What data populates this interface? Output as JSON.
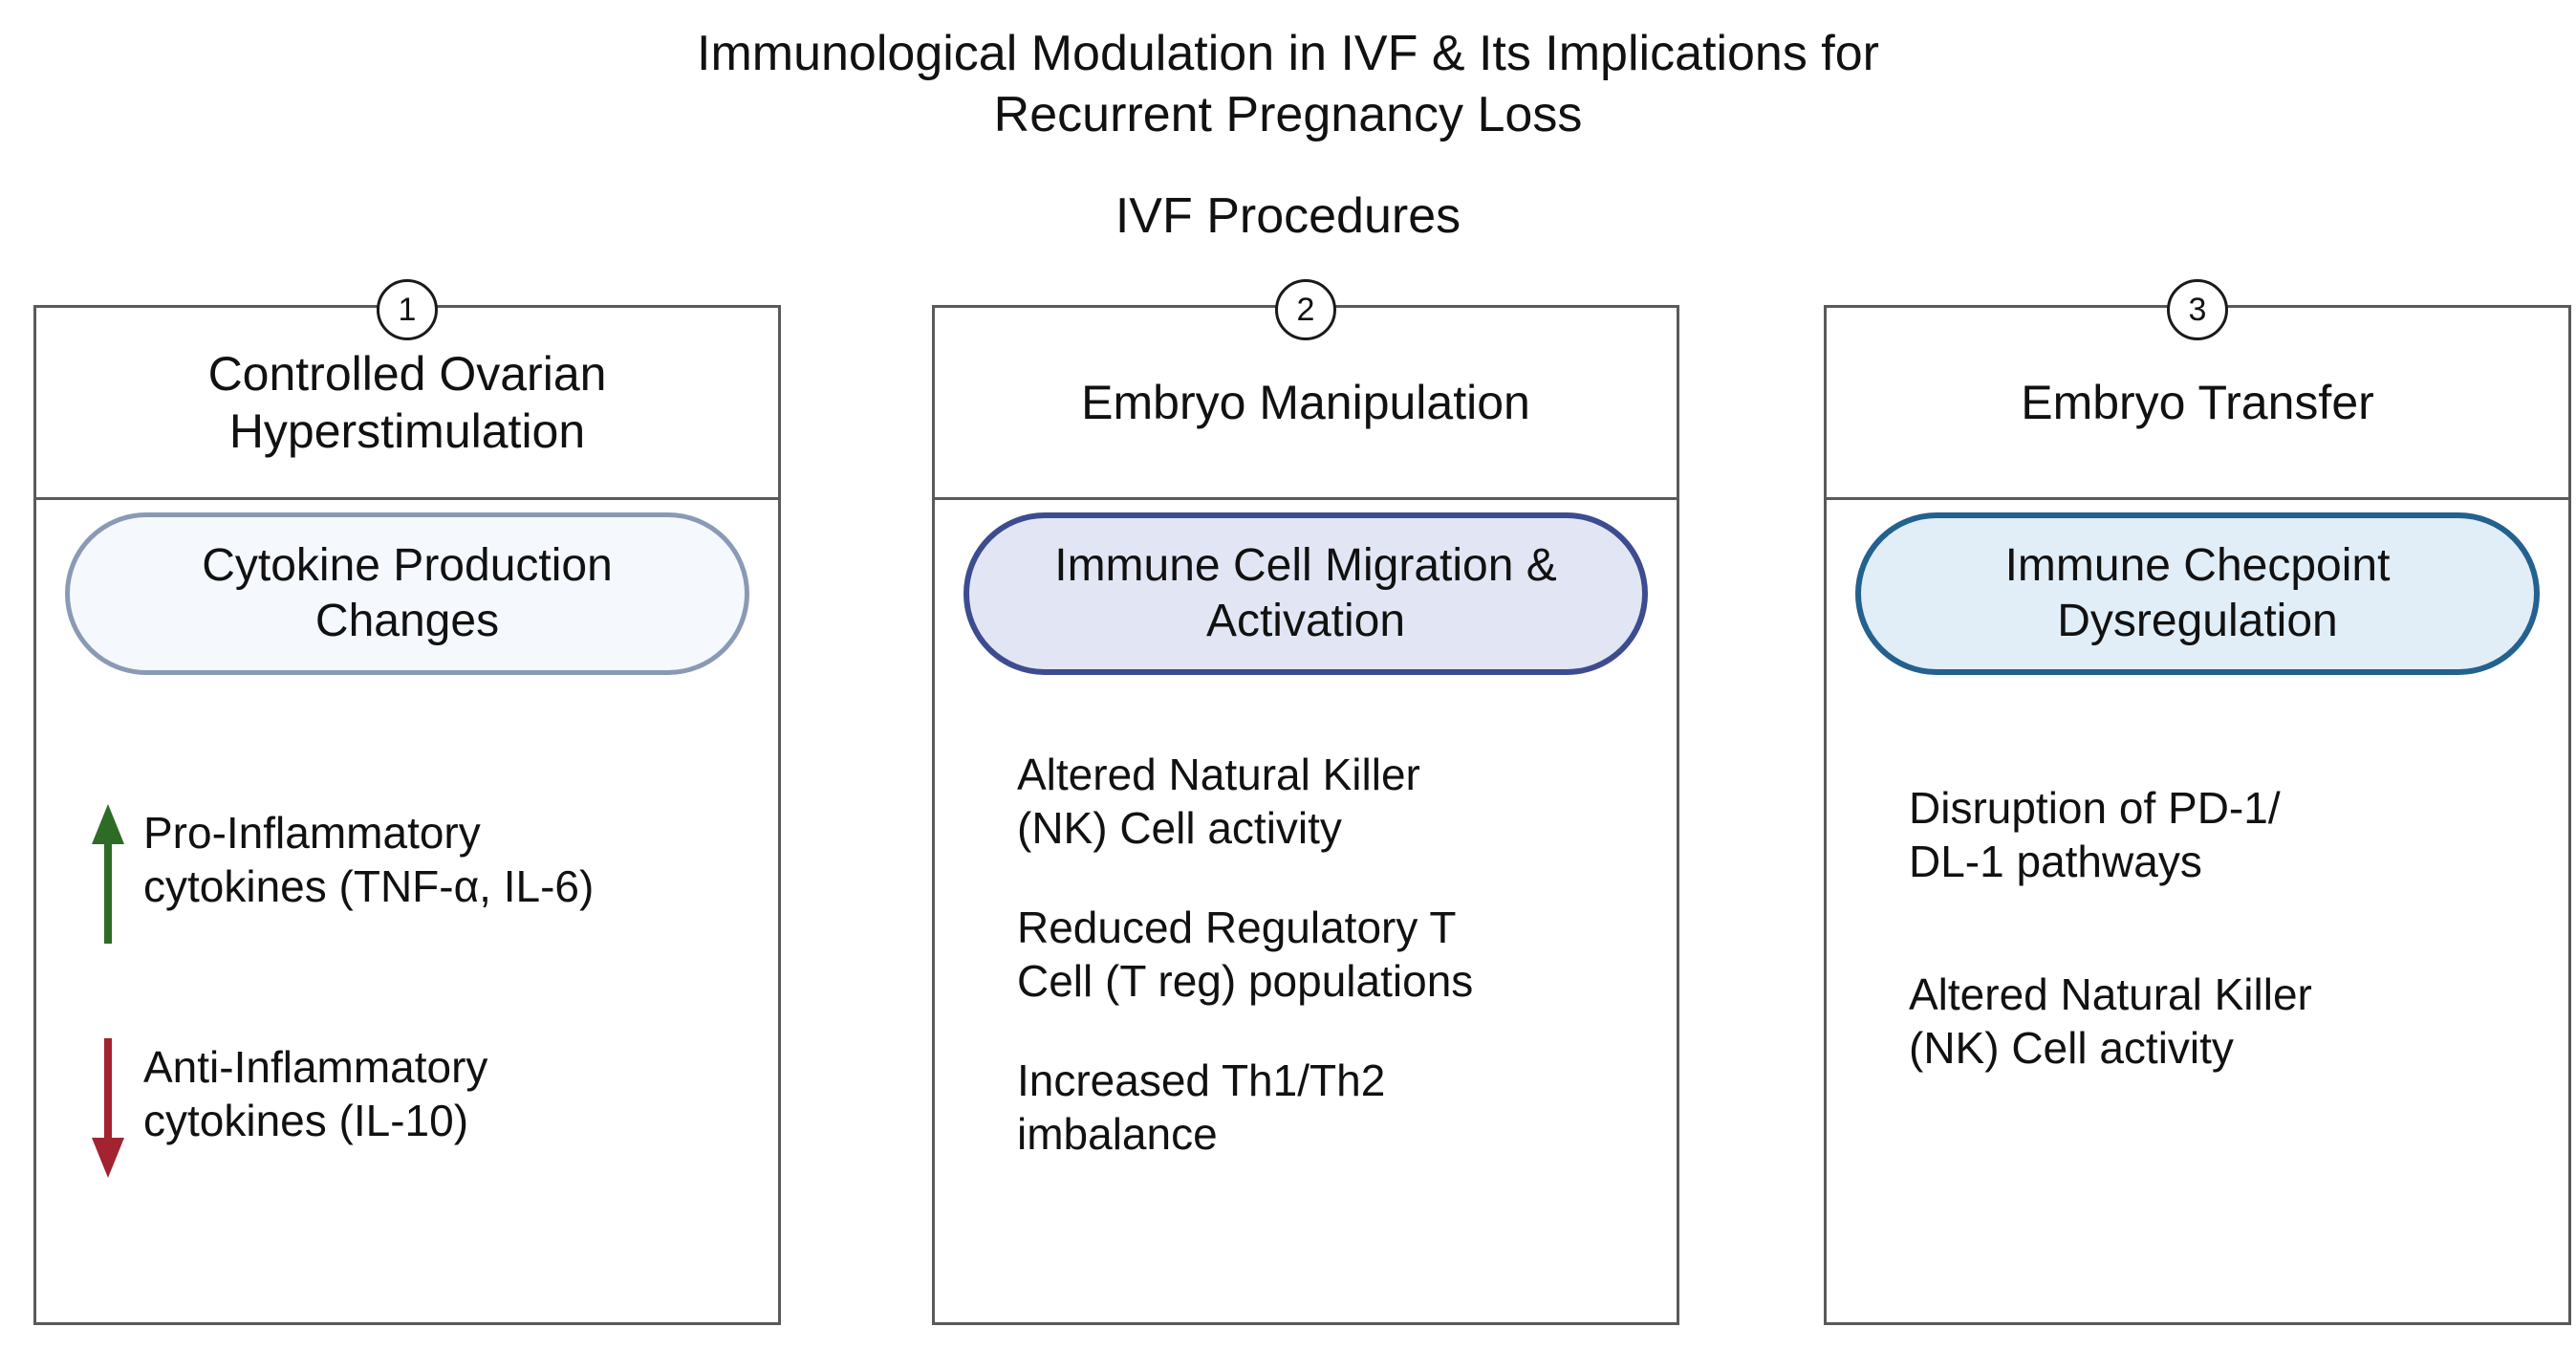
{
  "title": "Immunological Modulation in IVF & Its Implications for\nRecurrent Pregnancy Loss",
  "subtitle": "IVF Procedures",
  "colors": {
    "pill_1_border": "#8a9ab5",
    "pill_1_fill": "#f5f8fd",
    "pill_2_border": "#3d4c8f",
    "pill_2_fill": "#e2e6f4",
    "pill_3_border": "#23618e",
    "pill_3_fill": "#e1edf7",
    "arrow_up": "#2d6b26",
    "arrow_down": "#a32330",
    "box_border": "#5a5a5a",
    "text": "#111111"
  },
  "columns": [
    {
      "badge": "1",
      "header": "Controlled Ovarian\nHyperstimulation",
      "pill": "Cytokine Production\nChanges",
      "items": [
        {
          "icon": "arrow-up-icon",
          "direction": "up",
          "text": "Pro-Inflammatory\ncytokines (TNF-α, IL-6)"
        },
        {
          "icon": "arrow-down-icon",
          "direction": "down",
          "text": "Anti-Inflammatory\ncytokines (IL-10)"
        }
      ]
    },
    {
      "badge": "2",
      "header": "Embryo Manipulation",
      "pill": "Immune Cell Migration &\nActivation",
      "items": [
        {
          "text": "Altered Natural Killer\n(NK) Cell activity"
        },
        {
          "text": "Reduced Regulatory T\nCell (T reg) populations"
        },
        {
          "text": "Increased Th1/Th2\nimbalance"
        }
      ]
    },
    {
      "badge": "3",
      "header": "Embryo Transfer",
      "pill": "Immune Checpoint\nDysregulation",
      "items": [
        {
          "text": "Disruption of PD-1/\nDL-1 pathways"
        },
        {
          "text": "Altered Natural Killer\n(NK) Cell activity"
        }
      ]
    }
  ]
}
